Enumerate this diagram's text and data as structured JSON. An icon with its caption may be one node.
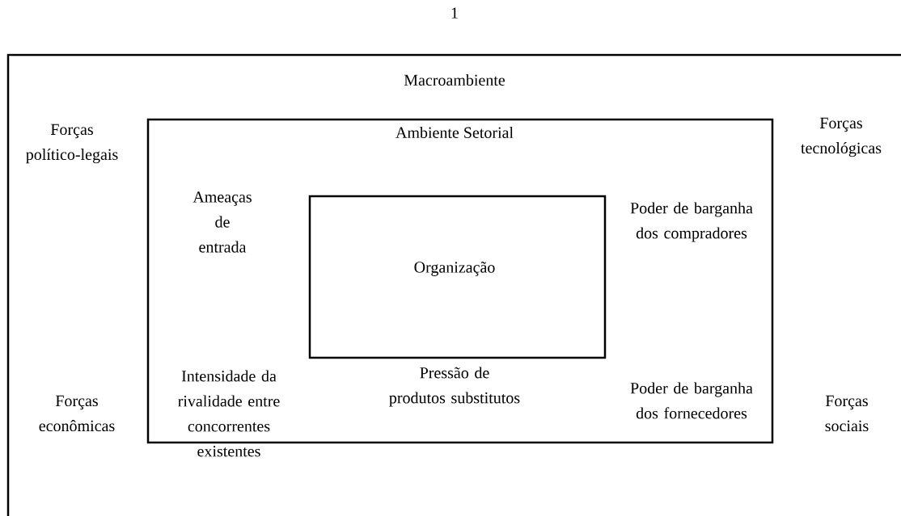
{
  "diagram": {
    "nodes": [
      {
        "text": [
          "Macroambiente"
        ]
      },
      {
        "text": [
          "Ambiente Setorial"
        ],
        "in": 0
      },
      {
        "text": [
          "Organização"
        ],
        "in": 1
      }
    ],
    "labels": [
      "1",
      "Forças tecnológicas",
      "Forças político-legais",
      "Ameaças de entrada",
      "Poder de barganha dos compradores",
      "Intensidade da rivalidade entre concorrentes existentes",
      "Pressão de produtos substitutos",
      "Poder de barganha dos fornecedores",
      "Forças econômicas",
      "Forças sociais"
    ]
  }
}
